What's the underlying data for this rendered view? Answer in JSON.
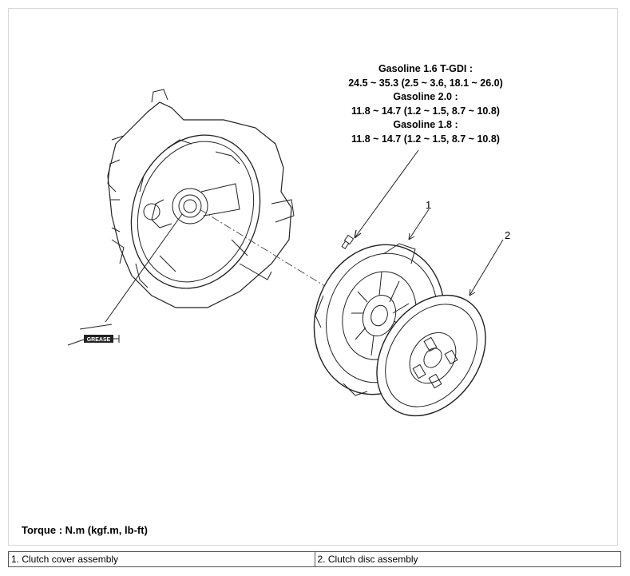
{
  "torque_spec": {
    "lines": [
      "Gasoline 1.6 T-GDI :",
      "24.5 ~ 35.3 (2.5 ~ 3.6, 18.1 ~ 26.0)",
      "Gasoline 2.0 :",
      "11.8 ~ 14.7 (1.2 ~ 1.5, 8.7 ~ 10.8)",
      "Gasoline 1.8 :",
      "11.8 ~ 14.7 (1.2 ~ 1.5, 8.7 ~ 10.8)"
    ]
  },
  "callouts": {
    "one": "1",
    "two": "2"
  },
  "grease_label": "GREASE",
  "torque_note": "Torque : N.m (kgf.m, lb-ft)",
  "legend": {
    "item1": "1. Clutch cover assembly",
    "item2": "2. Clutch disc assembly"
  }
}
